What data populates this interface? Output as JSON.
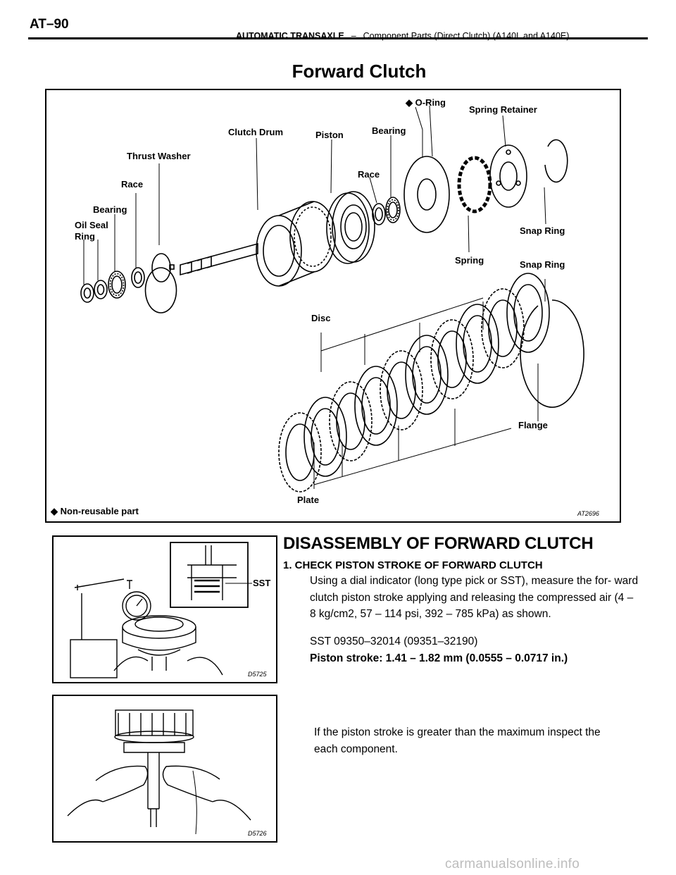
{
  "header": {
    "page_number": "AT–90",
    "section": "AUTOMATIC TRANSAXLE",
    "separator": "–",
    "subsection": "Component Parts (Direct Clutch) (A140L and A140E)"
  },
  "title": "Forward Clutch",
  "main_figure": {
    "labels": {
      "o_ring": "◆ O-Ring",
      "spring_retainer": "Spring Retainer",
      "clutch_drum": "Clutch Drum",
      "piston": "Piston",
      "bearing_top": "Bearing",
      "thrust_washer": "Thrust Washer",
      "race_left": "Race",
      "race_mid": "Race",
      "bearing_left": "Bearing",
      "oil_seal": "Oil Seal",
      "ring": "Ring",
      "snap_ring_1": "Snap Ring",
      "spring": "Spring",
      "snap_ring_2": "Snap Ring",
      "disc": "Disc",
      "flange": "Flange",
      "plate": "Plate",
      "non_reusable": "◆ Non-reusable part",
      "code": "AT2696"
    }
  },
  "figure_stroke": {
    "sst_label": "SST",
    "code": "D5725"
  },
  "figure_air": {
    "code": "D5726"
  },
  "section_heading": "DISASSEMBLY OF FORWARD CLUTCH",
  "step1": {
    "heading": "1. CHECK PISTON STROKE OF FORWARD CLUTCH",
    "text": "Using a dial indicator (long type pick or SST), measure the for- ward clutch piston stroke applying and releasing the compressed air (4 – 8 kg/cm2, 57 – 114 psi, 392 – 785 kPa) as shown.",
    "sst": "SST  09350–32014  (09351–32190)",
    "spec": "Piston stroke: 1.41 – 1.82 mm (0.0555 – 0.0717 in.)"
  },
  "note": "If the piston stroke is greater than the maximum inspect the each component.",
  "watermark": "carmanualsonline.info"
}
